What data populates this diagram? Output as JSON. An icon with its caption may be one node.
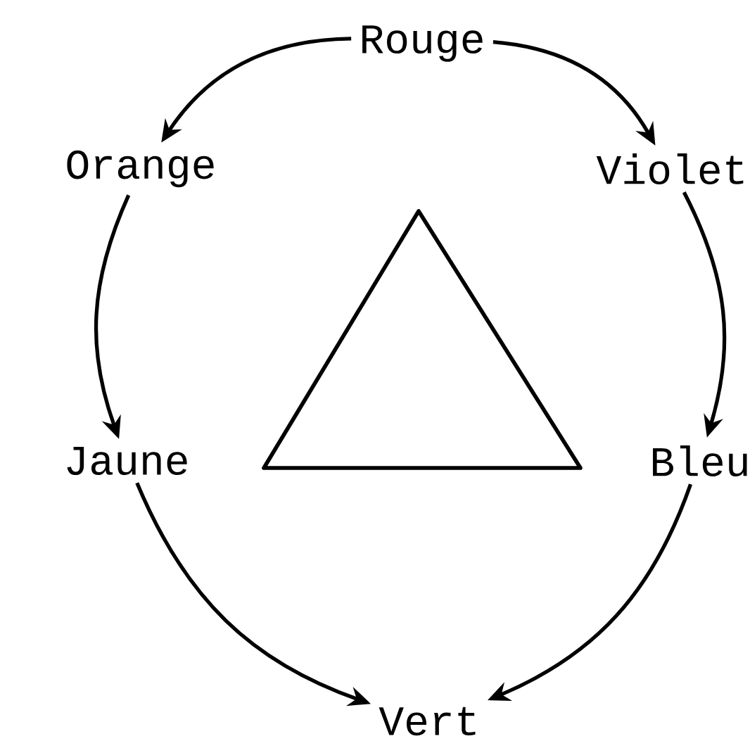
{
  "diagram": {
    "nodes": [
      {
        "text": [
          "Rouge"
        ]
      },
      {
        "text": [
          "Orange"
        ]
      },
      {
        "text": [
          "Violet"
        ]
      },
      {
        "text": [
          "Jaune"
        ]
      },
      {
        "text": [
          "Bleu"
        ]
      },
      {
        "text": [
          "Vert"
        ]
      }
    ],
    "edges": [
      {
        "from": 0,
        "to": 1,
        "arrow": "to"
      },
      {
        "from": 0,
        "to": 2,
        "arrow": "to"
      },
      {
        "from": 1,
        "to": 3,
        "arrow": "to"
      },
      {
        "from": 2,
        "to": 4,
        "arrow": "to"
      },
      {
        "from": 3,
        "to": 5,
        "arrow": "to"
      },
      {
        "from": 4,
        "to": 5,
        "arrow": "to"
      }
    ]
  }
}
